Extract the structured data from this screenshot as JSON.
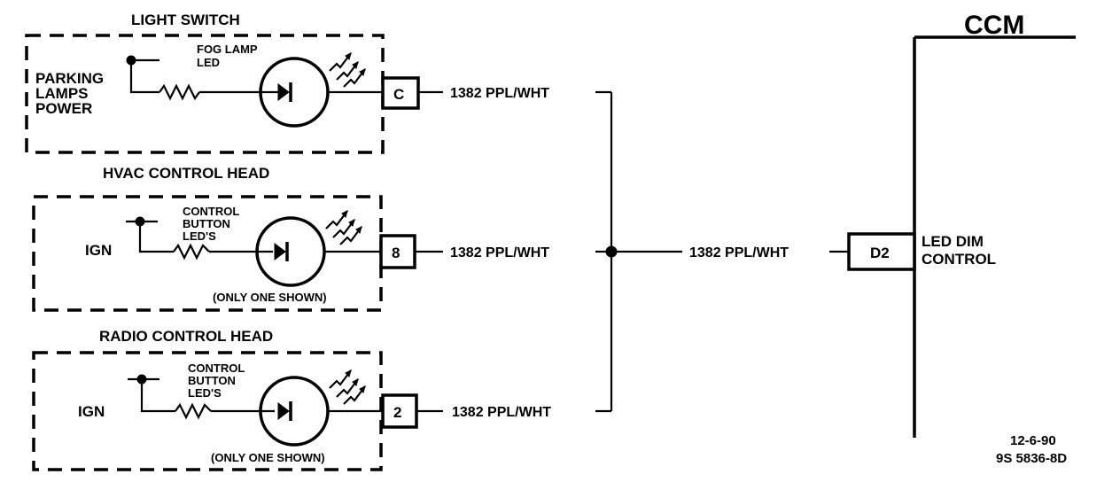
{
  "modules": [
    {
      "title": "LIGHT SWITCH",
      "source_label_lines": [
        "PARKING",
        "LAMPS",
        "POWER"
      ],
      "led_label_lines": [
        "FOG LAMP",
        "LED"
      ],
      "note": "",
      "pin": "C",
      "wire": "1382 PPL/WHT"
    },
    {
      "title": "HVAC CONTROL HEAD",
      "source_label_lines": [
        "IGN"
      ],
      "led_label_lines": [
        "CONTROL",
        "BUTTON",
        "LED'S"
      ],
      "note": "(ONLY ONE SHOWN)",
      "pin": "8",
      "wire": "1382 PPL/WHT"
    },
    {
      "title": "RADIO CONTROL HEAD",
      "source_label_lines": [
        "IGN"
      ],
      "led_label_lines": [
        "CONTROL",
        "BUTTON",
        "LED'S"
      ],
      "note": "(ONLY ONE SHOWN)",
      "pin": "2",
      "wire": "1382 PPL/WHT"
    }
  ],
  "trunk_wire": "1382 PPL/WHT",
  "ccm": {
    "title": "CCM",
    "pin": "D2",
    "label_lines": [
      "LED DIM",
      "CONTROL"
    ]
  },
  "drawing_code": {
    "date": "12-6-90",
    "number": "9S 5836-8D"
  }
}
